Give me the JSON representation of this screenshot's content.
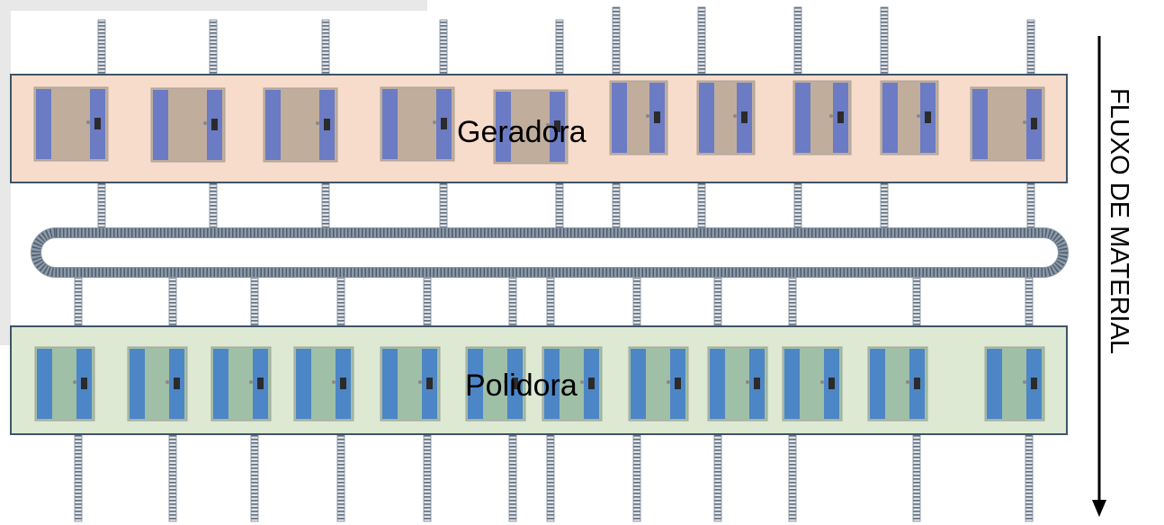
{
  "zones": {
    "generator": {
      "label": "Geradora",
      "machine_count": 10,
      "fill_color": "#f8dccb",
      "machine_body_color": "#c0ad9c",
      "machine_door_color": "#6b7bc4"
    },
    "polisher": {
      "label": "Polidora",
      "machine_count": 12,
      "fill_color": "#dde9d3",
      "machine_body_color": "#9fbfa6",
      "machine_door_color": "#4d86c6"
    }
  },
  "flow_direction": {
    "label": "FLUXO DE MATERIAL",
    "arrow": "down-arrow"
  },
  "colors": {
    "zone_border": "#3f5468",
    "conveyor_track": "#8a98a8",
    "conveyor_tick": "#4e5c6c",
    "machine_knob": "#2b2b2b",
    "background_panel": "#e8e8e8"
  }
}
